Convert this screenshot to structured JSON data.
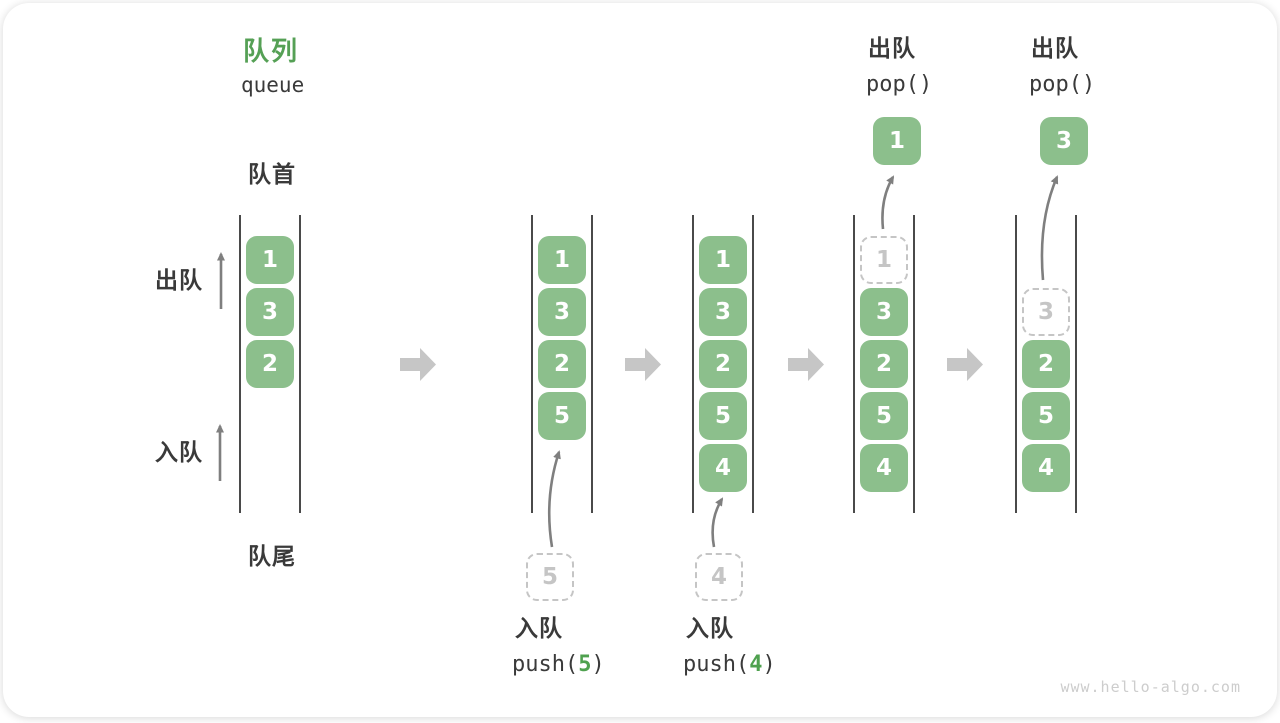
{
  "title": {
    "zh": "队列",
    "en": "queue"
  },
  "side_labels": {
    "front": "队首",
    "rear": "队尾",
    "dequeue": "出队",
    "enqueue": "入队"
  },
  "colors": {
    "box_green": "#8CBF8C",
    "accent_green": "#55A055",
    "wall_gray": "#4a4a4a",
    "arrow_gray": "#7f7f7f",
    "block_arrow_gray": "#c6c6c6",
    "ghost_gray": "#c5c5c5",
    "text_dark": "#3a3a3a",
    "watermark_gray": "#cdcdcd"
  },
  "columns": [
    {
      "cells": [
        {
          "row": 0,
          "value": "1",
          "variant": "solid"
        },
        {
          "row": 1,
          "value": "3",
          "variant": "solid"
        },
        {
          "row": 2,
          "value": "2",
          "variant": "solid"
        }
      ]
    },
    {
      "cells": [
        {
          "row": 0,
          "value": "1",
          "variant": "solid"
        },
        {
          "row": 1,
          "value": "3",
          "variant": "solid"
        },
        {
          "row": 2,
          "value": "2",
          "variant": "solid"
        },
        {
          "row": 3,
          "value": "5",
          "variant": "solid"
        }
      ]
    },
    {
      "cells": [
        {
          "row": 0,
          "value": "1",
          "variant": "solid"
        },
        {
          "row": 1,
          "value": "3",
          "variant": "solid"
        },
        {
          "row": 2,
          "value": "2",
          "variant": "solid"
        },
        {
          "row": 3,
          "value": "5",
          "variant": "solid"
        },
        {
          "row": 4,
          "value": "4",
          "variant": "solid"
        }
      ]
    },
    {
      "cells": [
        {
          "row": 0,
          "value": "1",
          "variant": "ghost"
        },
        {
          "row": 1,
          "value": "3",
          "variant": "solid"
        },
        {
          "row": 2,
          "value": "2",
          "variant": "solid"
        },
        {
          "row": 3,
          "value": "5",
          "variant": "solid"
        },
        {
          "row": 4,
          "value": "4",
          "variant": "solid"
        }
      ]
    },
    {
      "cells": [
        {
          "row": 1,
          "value": "3",
          "variant": "ghost"
        },
        {
          "row": 2,
          "value": "2",
          "variant": "solid"
        },
        {
          "row": 3,
          "value": "5",
          "variant": "solid"
        },
        {
          "row": 4,
          "value": "4",
          "variant": "solid"
        }
      ]
    }
  ],
  "operations": {
    "push5": {
      "label": "入队",
      "code_prefix": "push(",
      "arg": "5",
      "code_suffix": ")",
      "staged": "5"
    },
    "push4": {
      "label": "入队",
      "code_prefix": "push(",
      "arg": "4",
      "code_suffix": ")",
      "staged": "4"
    },
    "pop1": {
      "label": "出队",
      "code": "pop()",
      "popped": "1"
    },
    "pop3": {
      "label": "出队",
      "code": "pop()",
      "popped": "3"
    }
  },
  "watermark": "www.hello-algo.com"
}
